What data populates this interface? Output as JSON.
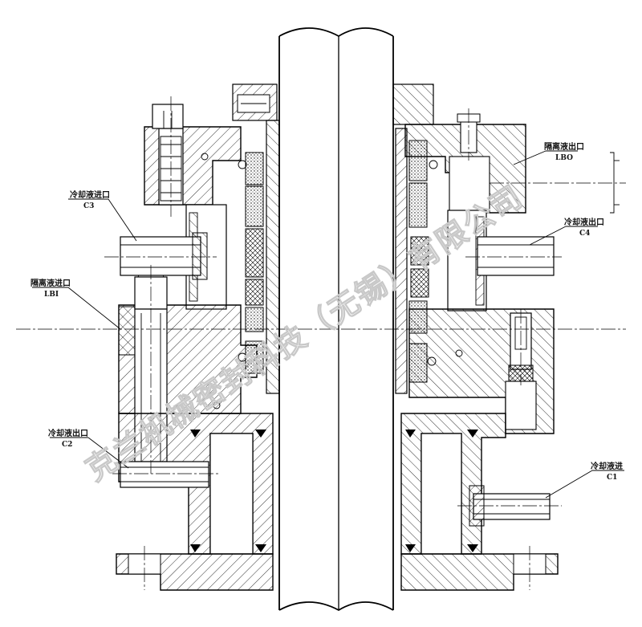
{
  "labels": {
    "coolant_in_c3": {
      "name": "冷却液进口",
      "code": "C3"
    },
    "isolation_in": {
      "name": "隔离液进口",
      "code": "LBI"
    },
    "coolant_out_c2": {
      "name": "冷却液出口",
      "code": "C2"
    },
    "isolation_out": {
      "name": "隔离液出口",
      "code": "LBO"
    },
    "coolant_out_c4": {
      "name": "冷却液出口",
      "code": "C4"
    },
    "coolant_c1": {
      "name": "冷却液进",
      "code": "C1"
    }
  },
  "watermark": "克兰机械密封科技（无锡）有限公司",
  "colors": {
    "line": "#000000",
    "watermark": "#c8c8c8",
    "background": "#ffffff"
  }
}
